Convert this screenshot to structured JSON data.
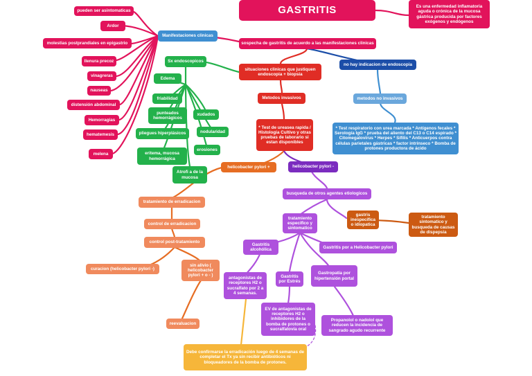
{
  "colors": {
    "pink": "#e2135b",
    "red": "#e02d25",
    "green": "#23b14b",
    "blue": "#3f8fd1",
    "navy": "#1c4ea8",
    "purple": "#7b2cbf",
    "violet": "#ae51dd",
    "orange": "#e66d23",
    "yellow": "#f6b63a"
  },
  "title": "GASTRITIS",
  "definition": "Es una enfermedad inflamatoria aguda o crónica de la mucosa gástrica producida por factores exógenos y endógenos",
  "manifestaciones": {
    "label": "Manifestaciones clinicas",
    "items": [
      "pueden ser asintomaticas",
      "Ardor",
      "molestias postprandiales en epigastrio",
      "llenura precoz",
      "vinagreras",
      "nauseas",
      "distensión abdominal",
      "Hemorragias",
      "hematemesis",
      "melena"
    ]
  },
  "sospecha": "sospecha de gastritis de acuerdo a las manifestaciones clinicas",
  "situaciones": "situaciones clinicas que justiquen endoscopia + biopsia",
  "no_endoscopia": "no hay indicacion de endoscopia",
  "metodos_no_invasivos": "metodos no invasivos",
  "no_invasivos_text": "* Test respiratorio con urea marcada * Antígenos fecales * Serología IgG * prueba del aliento del C13 o C14 espirado * Citomegalovirus * Herpes * Sífilis * Anticuerpos contra células parietales gástricas * factor intrínseco * Bomba de protones productora de ácido",
  "metodos_invasivos": "Metodos invasivos",
  "invasivos_text": "* Test de ureasea rapida / Histologia Cultivo y otras pruebas de laborario si estan disponibles",
  "sx": {
    "label": "Sx endoscopicos",
    "items": [
      "Edema",
      "friabilidad",
      "punteados hemorrágicos",
      "pliegues hiperplásicos",
      "eritema, mucosa hemorrágica",
      "Atrofi a de la mucosa",
      "xudados",
      "nodularidad",
      "erosiones"
    ]
  },
  "hp_pos": "helicobacter pylori +",
  "hp_neg": "helicobacter pylori -",
  "busqueda": "busqueda de otros agentes etiologicos",
  "inespecifica": "gastris inespecifica o idiopatica",
  "sintomatico": "tratamiento sintomatico y busqueda de causas de dispepsia",
  "tto_especifico": "tratamiento especifico y sintomatico",
  "alcoholica": "Gastritis alcohólica",
  "hp_gastritis": "Gastritis por a Helicobacter pylori",
  "antagonistas": "antagonistas de receptores H2 o sucralfato por 2 a 4 semanas.",
  "estres": "Gastritis por Estrés",
  "portal": "Gastropatía por hipertensión portal",
  "ev": "EV de antagonistas de receptores H2 o inhibidores de la bomba de protones o sucralfatovía oral",
  "propanolol": "Propanolol o nadolol que reducen la incidencia de sangrado agudo recurrente",
  "erradicacion": "tratamiento de erradicacion",
  "control_errad": "control de erradicacion",
  "control_post": "control post-tratamiento",
  "curacion": "curacion (helicobacter pylori -)",
  "sin_alivio": "sin alivio ( helicobacter pylori + o - )",
  "reevaluacion": "reevaluacion",
  "confirmar": "Debe confirmarse la erradicación luego de 4 semanas de completar el Tx ya sin recibir antibióticos ni bloqueadores de la bomba de protones."
}
